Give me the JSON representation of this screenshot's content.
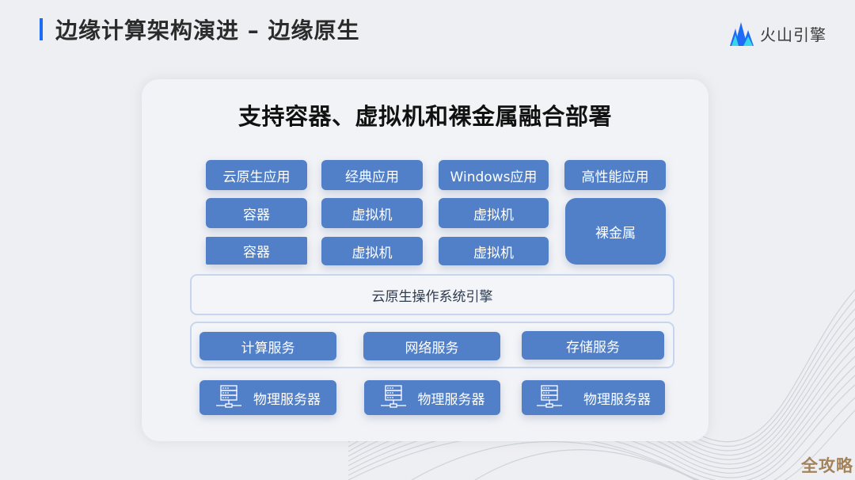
{
  "header": {
    "title": "边缘计算架构演进 – 边缘原生",
    "accent_color": "#1f6bf5"
  },
  "logo": {
    "icon": "volcano-mountain-icon",
    "text": "火山引擎"
  },
  "card": {
    "title": "支持容器、虚拟机和裸金属融合部署",
    "apps": [
      {
        "label": "云原生应用"
      },
      {
        "label": "经典应用"
      },
      {
        "label": "Windows应用"
      },
      {
        "label": "高性能应用"
      }
    ],
    "row2": [
      {
        "label": "容器"
      },
      {
        "label": "虚拟机"
      },
      {
        "label": "虚拟机"
      }
    ],
    "row3": [
      {
        "label": "容器"
      },
      {
        "label": "虚拟机"
      },
      {
        "label": "虚拟机"
      }
    ],
    "bare_metal": {
      "label": "裸金属"
    },
    "os_engine": {
      "label": "云原生操作系统引擎"
    },
    "services": [
      {
        "label": "计算服务"
      },
      {
        "label": "网络服务"
      },
      {
        "label": "存储服务"
      }
    ],
    "servers": [
      {
        "label": "物理服务器",
        "icon": "server-icon"
      },
      {
        "label": "物理服务器",
        "icon": "server-icon"
      },
      {
        "label": "物理服务器",
        "icon": "server-icon"
      }
    ],
    "box_color": "#5180c8"
  },
  "watermark": {
    "text": "全攻略",
    "color": "#a5835a"
  }
}
